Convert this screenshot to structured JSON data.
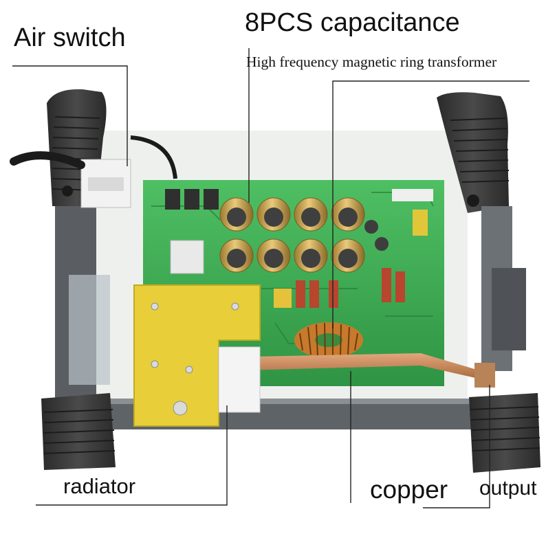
{
  "labels": {
    "air_switch": "Air switch",
    "capacitance": "8PCS capacitance",
    "transformer": "High frequency magnetic ring transformer",
    "radiator": "radiator",
    "copper": "copper",
    "output": "output"
  },
  "colors": {
    "pcb": "#3fae54",
    "pcb_dark": "#2c8a3d",
    "capacitor": "#d8b25a",
    "heatsink_plate": "#e8cf3a",
    "copper_bar": "#c98a5a",
    "handle": "#3a3a3a",
    "frame": "#6b6f73",
    "toroid": "#c77a2c"
  }
}
